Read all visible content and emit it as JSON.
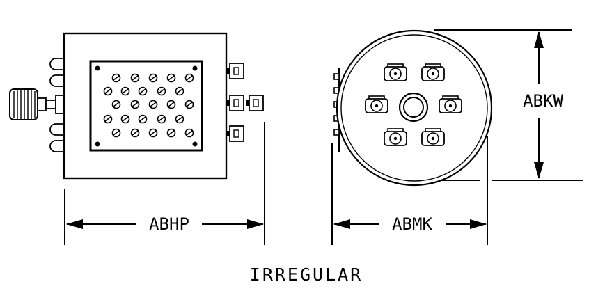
{
  "colors": {
    "ink": "#000000",
    "paper": "#ffffff"
  },
  "dimensions": {
    "front_width": "ABHP",
    "side_depth": "ABMK",
    "height": "ABKW"
  },
  "caption": "IRREGULAR"
}
